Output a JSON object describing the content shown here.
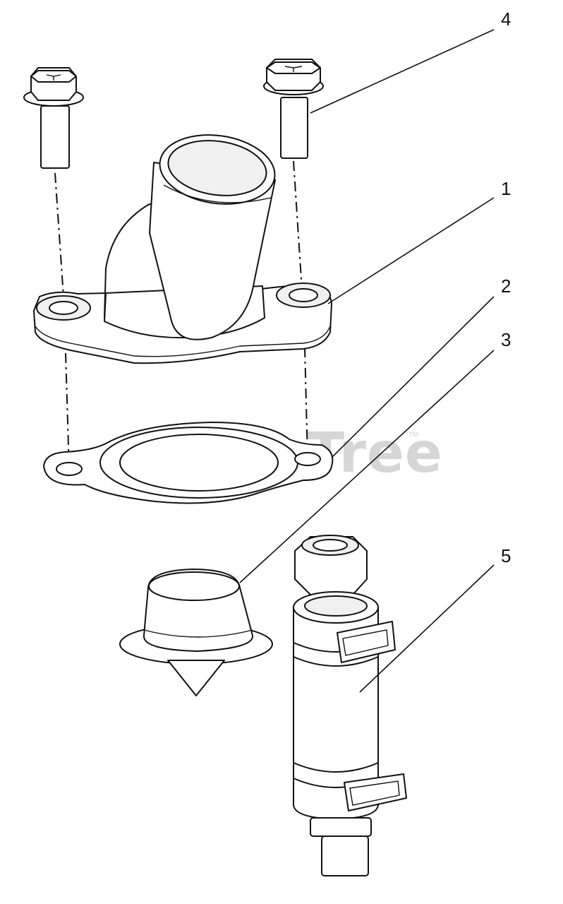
{
  "watermark": {
    "text": "PartsTree",
    "trademark": "TM"
  },
  "callouts": [
    {
      "id": "callout-1",
      "label": "1"
    },
    {
      "id": "callout-2",
      "label": "2"
    },
    {
      "id": "callout-3",
      "label": "3"
    },
    {
      "id": "callout-4",
      "label": "4"
    },
    {
      "id": "callout-5",
      "label": "5"
    }
  ]
}
